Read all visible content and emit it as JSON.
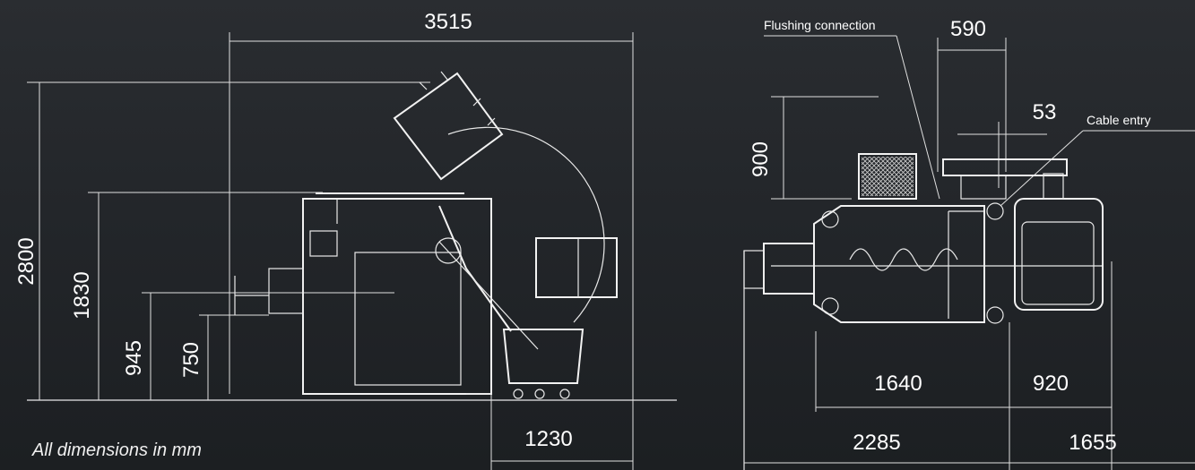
{
  "dimensions": {
    "d3515": "3515",
    "d2800": "2800",
    "d1830": "1830",
    "d945": "945",
    "d750": "750",
    "d1230": "1230",
    "d590": "590",
    "d53": "53",
    "d900": "900",
    "d1640": "1640",
    "d920": "920",
    "d2285": "2285",
    "d1655": "1655"
  },
  "labels": {
    "flushing": "Flushing connection",
    "cable": "Cable entry"
  },
  "note": "All dimensions in mm",
  "colors": {
    "line": "#e9e9e9",
    "background": "#25282c"
  }
}
